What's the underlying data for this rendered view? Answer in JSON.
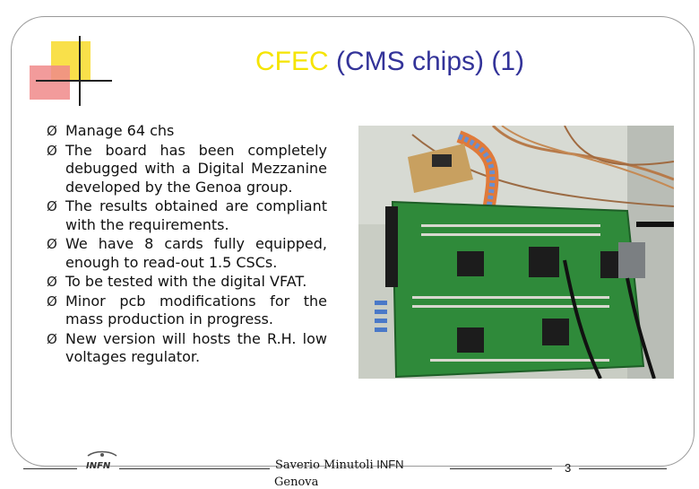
{
  "slide": {
    "title_accent": "CFEC",
    "title_rest": " (CMS chips) (1)",
    "bullets": [
      "Manage 64 chs",
      "The board has been completely debugged with a Digital Mezzanine developed by the Genoa group.",
      "The results obtained are compliant with the requirements.",
      "We have 8 cards fully equipped, enough to read-out 1.5 CSCs.",
      "To be tested with the digital VFAT.",
      "Minor pcb modifications for the mass production in progress.",
      "New version will hosts the R.H. low voltages regulator."
    ],
    "bullet_glyph": "Ø"
  },
  "footer": {
    "author": "Saverio Minutoli",
    "institute": " INFN",
    "city": "Genova",
    "page_number": "3",
    "logo_text": "INFN"
  },
  "colors": {
    "title": "#333399",
    "title_accent": "#f5e400",
    "deco_yellow": "#f9e04a",
    "deco_red": "#f08a8a",
    "pcb_green": "#2f8a3a"
  }
}
